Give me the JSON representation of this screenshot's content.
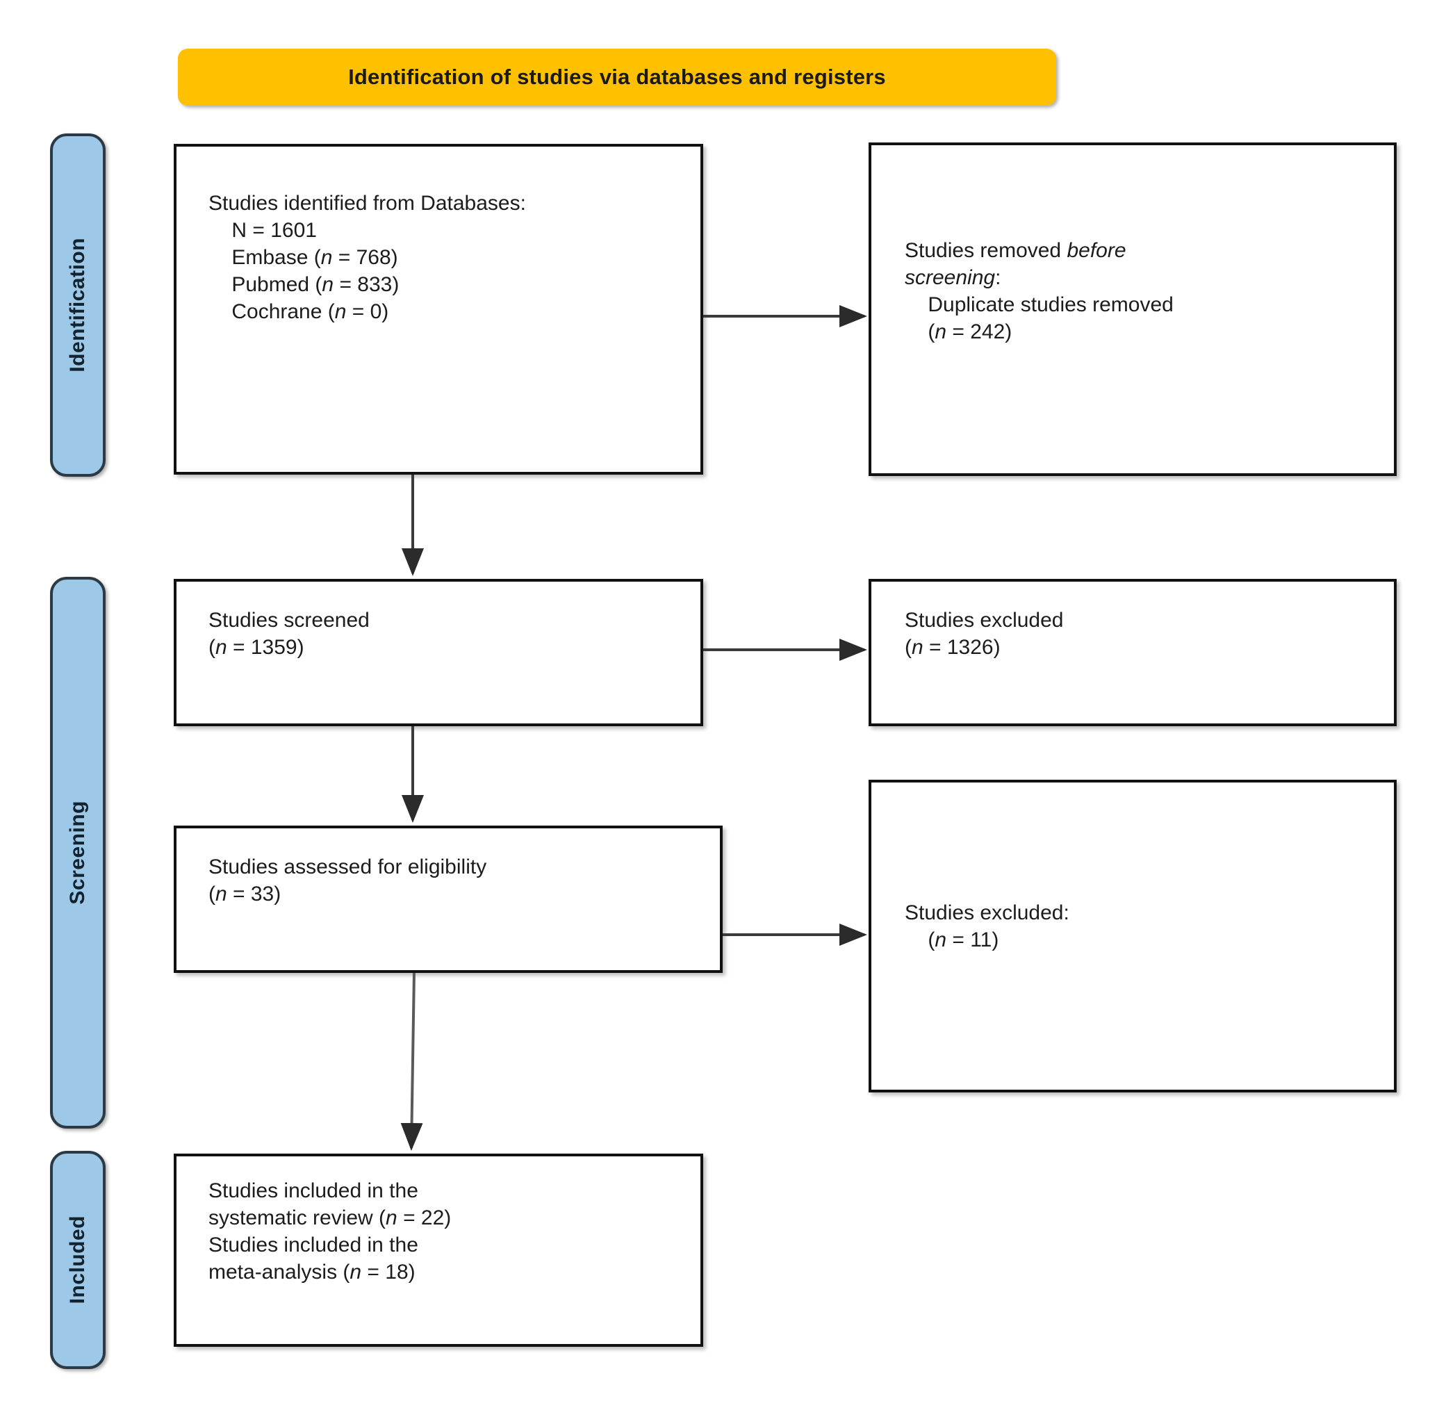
{
  "banner": {
    "title": "Identification of studies via databases and registers",
    "color": "#ffc000"
  },
  "stages": [
    {
      "id": "identification",
      "label": "Identification",
      "color": "#9dc8e8"
    },
    {
      "id": "screening",
      "label": "Screening",
      "color": "#9dc8e8"
    },
    {
      "id": "included",
      "label": "Included",
      "color": "#9dc8e8"
    }
  ],
  "boxes": {
    "identified": {
      "lines": [
        "Studies identified from Databases:",
        "    N = 1601",
        "    Embase (n = 768)",
        "    Pubmed (n = 833)",
        "    Cochrane (n = 0)"
      ],
      "html": "Studies identified from Databases:\n    N = 1601\n    Embase (<i>n</i> = 768)\n    Pubmed (<i>n</i> = 833)\n    Cochrane (<i>n</i> = 0)",
      "total_n": 1601,
      "sources": [
        {
          "name": "Embase",
          "n": 768
        },
        {
          "name": "Pubmed",
          "n": 833
        },
        {
          "name": "Cochrane",
          "n": 0
        }
      ]
    },
    "removed": {
      "lines": [
        "Studies removed before",
        "screening:",
        "    Duplicate studies removed",
        "    (n = 242)"
      ],
      "html": "Studies removed <i>before</i>\n<i>screening</i>:\n    Duplicate studies removed\n    (<i>n</i> = 242)",
      "n": 242
    },
    "screened": {
      "lines": [
        "Studies screened",
        "(n = 1359)"
      ],
      "html": "Studies screened\n(<i>n</i> = 1359)",
      "n": 1359
    },
    "excluded_1": {
      "lines": [
        "Studies excluded",
        "(n = 1326)"
      ],
      "html": "Studies excluded\n(<i>n</i> = 1326)",
      "n": 1326
    },
    "eligibility": {
      "lines": [
        "Studies assessed for eligibility",
        "(n = 33)"
      ],
      "html": "Studies assessed for eligibility\n(<i>n</i> = 33)",
      "n": 33
    },
    "excluded_2": {
      "lines": [
        "Studies excluded:",
        "    (n = 11)"
      ],
      "html": "Studies excluded:\n    (<i>n</i> = 11)",
      "n": 11
    },
    "included": {
      "lines": [
        "Studies included in the",
        "systematic review (n = 22)",
        "Studies included in the",
        "meta-analysis (n = 18)"
      ],
      "html": "Studies included in the\nsystematic review (<i>n</i> = 22)\nStudies included in the\nmeta-analysis (<i>n</i> = 18)",
      "systematic_review_n": 22,
      "meta_analysis_n": 18
    }
  },
  "chart_data": {
    "type": "diagram",
    "title": "Identification of studies via databases and registers",
    "nodes": [
      {
        "id": "identified",
        "stage": "Identification",
        "label": "Studies identified from Databases",
        "n": 1601
      },
      {
        "id": "removed",
        "stage": "Identification",
        "label": "Studies removed before screening: Duplicate studies removed",
        "n": 242
      },
      {
        "id": "screened",
        "stage": "Screening",
        "label": "Studies screened",
        "n": 1359
      },
      {
        "id": "excluded_1",
        "stage": "Screening",
        "label": "Studies excluded",
        "n": 1326
      },
      {
        "id": "eligibility",
        "stage": "Screening",
        "label": "Studies assessed for eligibility",
        "n": 33
      },
      {
        "id": "excluded_2",
        "stage": "Screening",
        "label": "Studies excluded",
        "n": 11
      },
      {
        "id": "included",
        "stage": "Included",
        "label": "Studies included in the systematic review / meta-analysis",
        "n": 22
      }
    ],
    "edges": [
      {
        "from": "identified",
        "to": "removed"
      },
      {
        "from": "identified",
        "to": "screened"
      },
      {
        "from": "screened",
        "to": "excluded_1"
      },
      {
        "from": "screened",
        "to": "eligibility"
      },
      {
        "from": "eligibility",
        "to": "excluded_2"
      },
      {
        "from": "eligibility",
        "to": "included"
      }
    ]
  }
}
